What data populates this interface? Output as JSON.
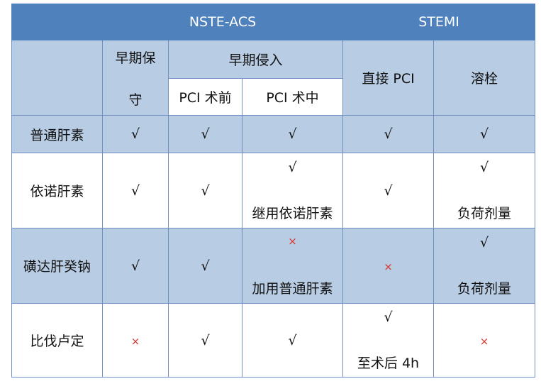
{
  "header": {
    "nste": "NSTE-ACS",
    "stemi": "STEMI",
    "early_conservative_line1": "早期保",
    "early_conservative_line2": "守",
    "early_invasive": "早期侵入",
    "pci_before": "PCI 术前",
    "pci_during": "PCI 术中",
    "direct_pci": "直接 PCI",
    "thrombolysis": "溶栓"
  },
  "marks": {
    "check": "√",
    "cross": "×"
  },
  "rows": [
    {
      "drug": "普通肝素",
      "cells": [
        {
          "mark": "√"
        },
        {
          "mark": "√"
        },
        {
          "mark": "√"
        },
        {
          "mark": "√"
        },
        {
          "mark": "√"
        }
      ]
    },
    {
      "drug": "依诺肝素",
      "cells": [
        {
          "mark": "√"
        },
        {
          "mark": "√"
        },
        {
          "mark": "√",
          "note": "继用依诺肝素"
        },
        {
          "mark": "√"
        },
        {
          "mark": "√",
          "note": "负荷剂量"
        }
      ]
    },
    {
      "drug": "磺达肝癸钠",
      "cells": [
        {
          "mark": "√"
        },
        {
          "mark": "√"
        },
        {
          "mark": "×",
          "note": "加用普通肝素"
        },
        {
          "mark": "×"
        },
        {
          "mark": "√",
          "note": "负荷剂量"
        }
      ]
    },
    {
      "drug": "比伐卢定",
      "cells": [
        {
          "mark": "×"
        },
        {
          "mark": "√"
        },
        {
          "mark": "√"
        },
        {
          "mark": "√",
          "note": "至术后 4h"
        },
        {
          "mark": "×"
        }
      ]
    }
  ]
}
